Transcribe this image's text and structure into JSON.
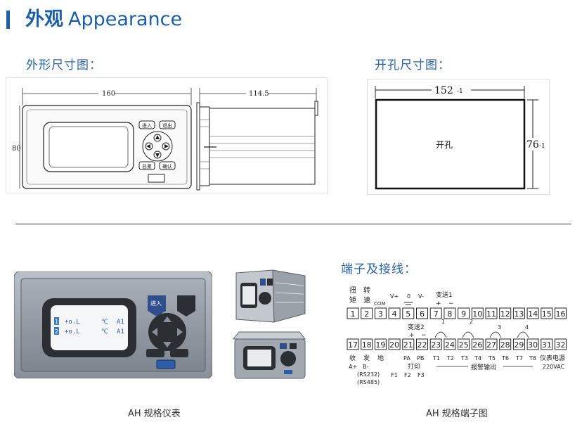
{
  "header": {
    "title_cn": "外观",
    "title_en": "Appearance"
  },
  "dims": {
    "title": "外形尺寸图：",
    "width_front": "160",
    "height_front": "80",
    "depth_side": "114.5",
    "btn_enter": "进入",
    "btn_exit": "退出",
    "btn_left_lower": "总累",
    "btn_right_lower": "确认"
  },
  "cutout": {
    "title": "开孔尺寸图：",
    "width": "152",
    "width_tol": "-1",
    "height": "76",
    "height_tol": "-1",
    "label": "开孔"
  },
  "photo": {
    "caption": "AH 规格仪表",
    "enter": "进入",
    "row1_idx": "1",
    "row1_val": "+o.L",
    "row1_unit": "℃",
    "row1_ch": "A1",
    "row2_idx": "2",
    "row2_val": "+o.L",
    "row2_unit": "℃",
    "row2_ch": "A1"
  },
  "terminals": {
    "title": "端子及接线：",
    "caption": "AH 规格端子图",
    "top_labels": {
      "t1": "扭",
      "t1b": "矩",
      "t2": "转",
      "t2b": "速",
      "com": "COM",
      "vplus": "V+",
      "zero": "0",
      "vminus": "V-",
      "out1": "变送1",
      "out1_plus": "+",
      "out1_minus": "−"
    },
    "top_numbers": [
      "1",
      "2",
      "3",
      "4",
      "5",
      "6",
      "7",
      "8",
      "9",
      "10",
      "11",
      "12",
      "13",
      "14",
      "15",
      "16"
    ],
    "bottom_numbers": [
      "17",
      "18",
      "19",
      "20",
      "21",
      "22",
      "23",
      "24",
      "25",
      "26",
      "27",
      "28",
      "29",
      "30",
      "31",
      "32"
    ],
    "mid_labels": {
      "out2": "变送2",
      "out2_plus": "+",
      "out2_minus": "−",
      "r1": "1",
      "r2": "2",
      "r3": "3",
      "r4": "4"
    },
    "bottom_labels": {
      "recv": "收",
      "send": "发",
      "gnd": "地",
      "pa": "PA",
      "pb": "PB",
      "t1": "T1",
      "t2": "T2",
      "t3": "T3",
      "t4": "T4",
      "t5": "T5",
      "t6": "T6",
      "t7": "T7",
      "t8": "T8",
      "power": "仪表电源",
      "aplus": "A+",
      "bminus": "B-",
      "rs232": "(RS232)",
      "rs485": "(RS485)",
      "print": "打印",
      "f1": "F1",
      "f2": "F2",
      "f3": "F3",
      "alarm": "报警输出",
      "vac": "220VAC"
    }
  }
}
